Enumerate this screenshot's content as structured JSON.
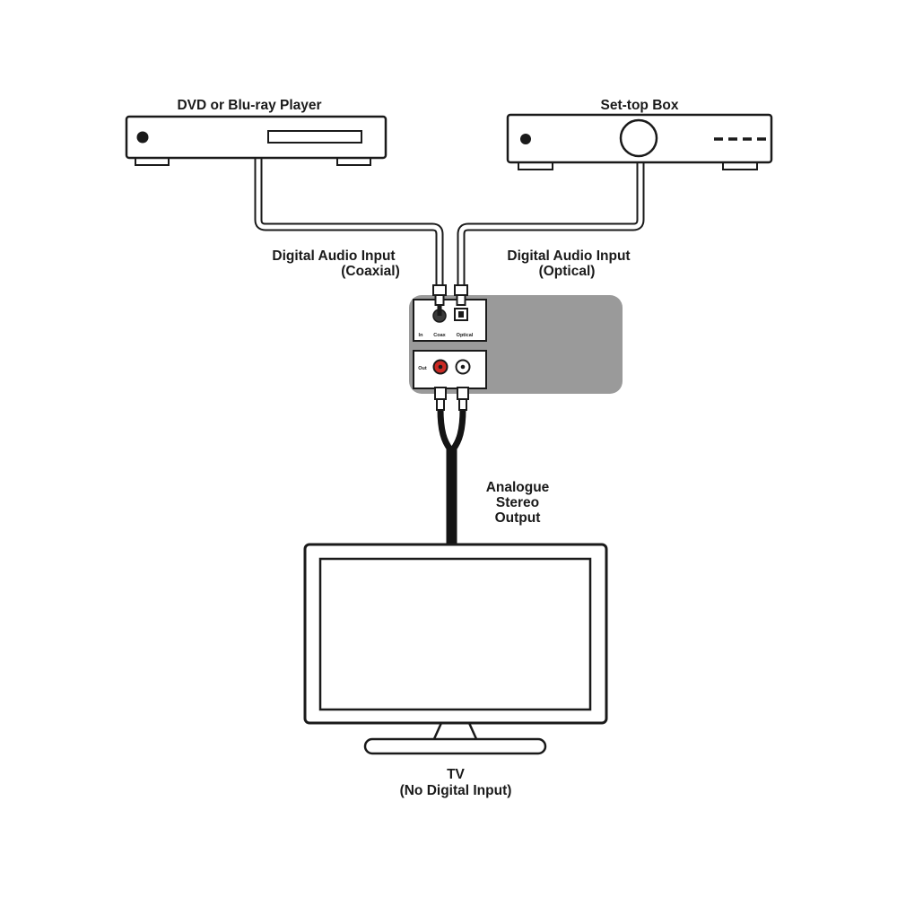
{
  "page": {
    "background": "#ffffff"
  },
  "colors": {
    "outline": "#1a1a1a",
    "converter_body": "#9a9a9a",
    "rca_red": "#cc2a24",
    "cable_black": "#141414",
    "white": "#ffffff"
  },
  "devices": {
    "dvd_player": {
      "label": "DVD or Blu-ray Player"
    },
    "set_top_box": {
      "label": "Set-top Box"
    },
    "converter": {
      "input_panel": {
        "label_in": "In",
        "label_coax": "Coax",
        "label_optical": "Optical"
      },
      "output_panel": {
        "label_out": "Out"
      }
    },
    "tv": {
      "label": "TV",
      "sublabel": "(No Digital Input)"
    }
  },
  "connection_labels": {
    "coaxial": {
      "line1": "Digital Audio Input",
      "line2": "(Coaxial)"
    },
    "optical": {
      "line1": "Digital Audio Input",
      "line2": "(Optical)"
    },
    "analogue": {
      "line1": "Analogue",
      "line2": "Stereo",
      "line3": "Output"
    }
  }
}
